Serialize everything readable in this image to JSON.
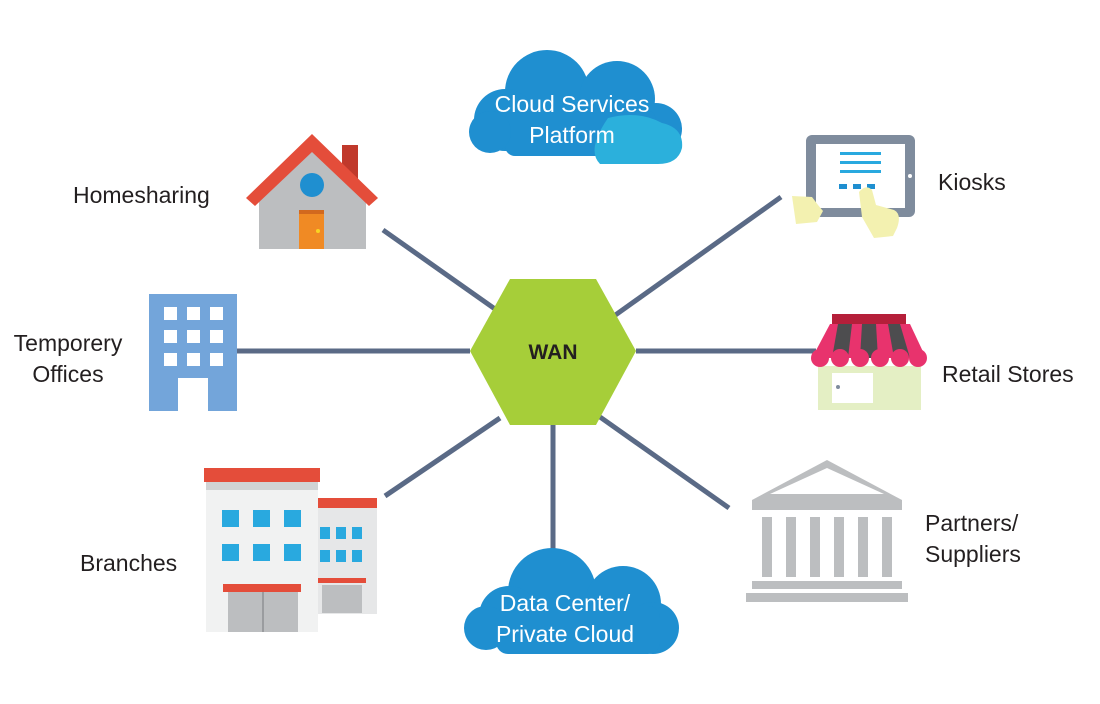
{
  "hub": {
    "label": "WAN",
    "color": "#a6ce39"
  },
  "connector_color": "#5a6a86",
  "nodes": {
    "cloud_services": {
      "line1": "Cloud Services",
      "line2": "Platform",
      "icon": "cloud-icon",
      "color": "#1f97d4"
    },
    "homesharing": {
      "label": "Homesharing",
      "icon": "house-icon"
    },
    "kiosks": {
      "label": "Kiosks",
      "icon": "tablet-kiosk-icon"
    },
    "temporary_offices": {
      "line1": "Temporery",
      "line2": "Offices",
      "icon": "office-building-icon"
    },
    "retail_stores": {
      "label": "Retail Stores",
      "icon": "storefront-icon"
    },
    "branches": {
      "label": "Branches",
      "icon": "branch-buildings-icon"
    },
    "partners": {
      "line1": "Partners/",
      "line2": "Suppliers",
      "icon": "bank-pillars-icon"
    },
    "data_center": {
      "line1": "Data Center/",
      "line2": "Private Cloud",
      "icon": "cloud-icon",
      "color": "#1f97d4"
    }
  }
}
